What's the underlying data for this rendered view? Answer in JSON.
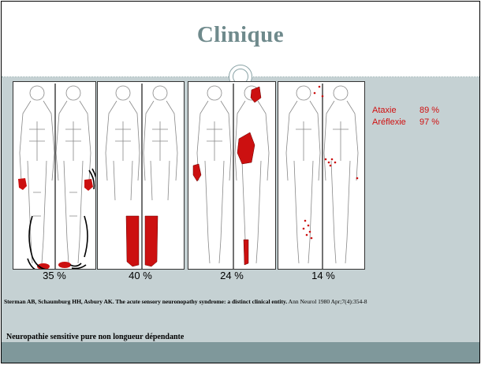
{
  "slide": {
    "title": "Clinique",
    "panels": [
      {
        "percent": "35 %",
        "pattern": "hands and feet distal sensory loss with motion marks"
      },
      {
        "percent": "40 %",
        "pattern": "both legs from knee down"
      },
      {
        "percent": "24 %",
        "pattern": "patchy face, trunk, hand, foot"
      },
      {
        "percent": "14 %",
        "pattern": "scattered dots"
      }
    ],
    "stats": [
      {
        "label": "Ataxie",
        "value": "89 %"
      },
      {
        "label": "Aréflexie",
        "value": "97 %"
      }
    ],
    "reference": {
      "authors_title": "Sterman AB, Schaumburg HH, Asbury AK. The acute sensory neuronopathy syndrome: a distinct clinical entity.",
      "journal": " Ann Neurol 1980 Apr;7(4):354-8"
    },
    "conclusion": "Neuropathie sensitive pure non longueur dépendante"
  },
  "colors": {
    "title": "#6f8a8c",
    "content_background": "#c5d1d3",
    "bottom_band": "#7f989b",
    "lesion_red": "#cc1010",
    "stats_red": "#d01010"
  }
}
